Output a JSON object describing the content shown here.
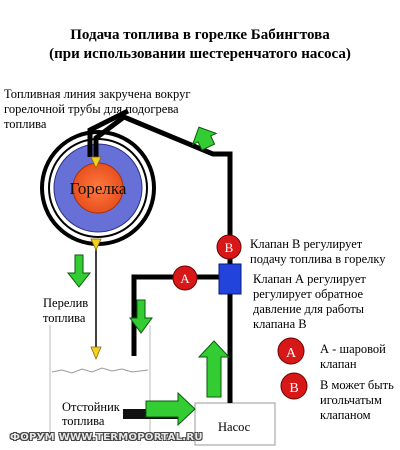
{
  "title": {
    "line1": "Подача топлива в горелке Бабингтова",
    "line2": "(при использовании шестеренчатого насоса)"
  },
  "labels": {
    "fuel_line": [
      "Топливная линия закручена вокруг",
      "горелочной трубы для подогрева",
      "топлива"
    ],
    "burner": "Горелка",
    "overflow": [
      "Перелив",
      "топлива"
    ],
    "settling_tank": [
      "Отстойник",
      "топлива"
    ],
    "pump": "Насос",
    "valve_b_note": [
      "Клапан В регулирует",
      "подачу топлива в горелку"
    ],
    "valve_a_note": [
      "Клапан А регулирует",
      "регулирует обратное",
      "давление для работы",
      "клапана В"
    ]
  },
  "markers": {
    "a": "А",
    "b": "В"
  },
  "legend": {
    "a_text": [
      "А - шаровой",
      "клапан"
    ],
    "b_text": [
      "В может быть",
      "игольчатым",
      "клапаном"
    ]
  },
  "watermark": "ФОРУМ WWW.TERMOPORTAL.RU",
  "colors": {
    "pipe": "#000000",
    "burner_outer": "#6670d6",
    "burner_inner": "#f25a2a",
    "valve_red": "#d81818",
    "valve_blue": "#2244dd",
    "arrow_green": "#33cc33",
    "nozzle_yellow": "#f0d020"
  }
}
